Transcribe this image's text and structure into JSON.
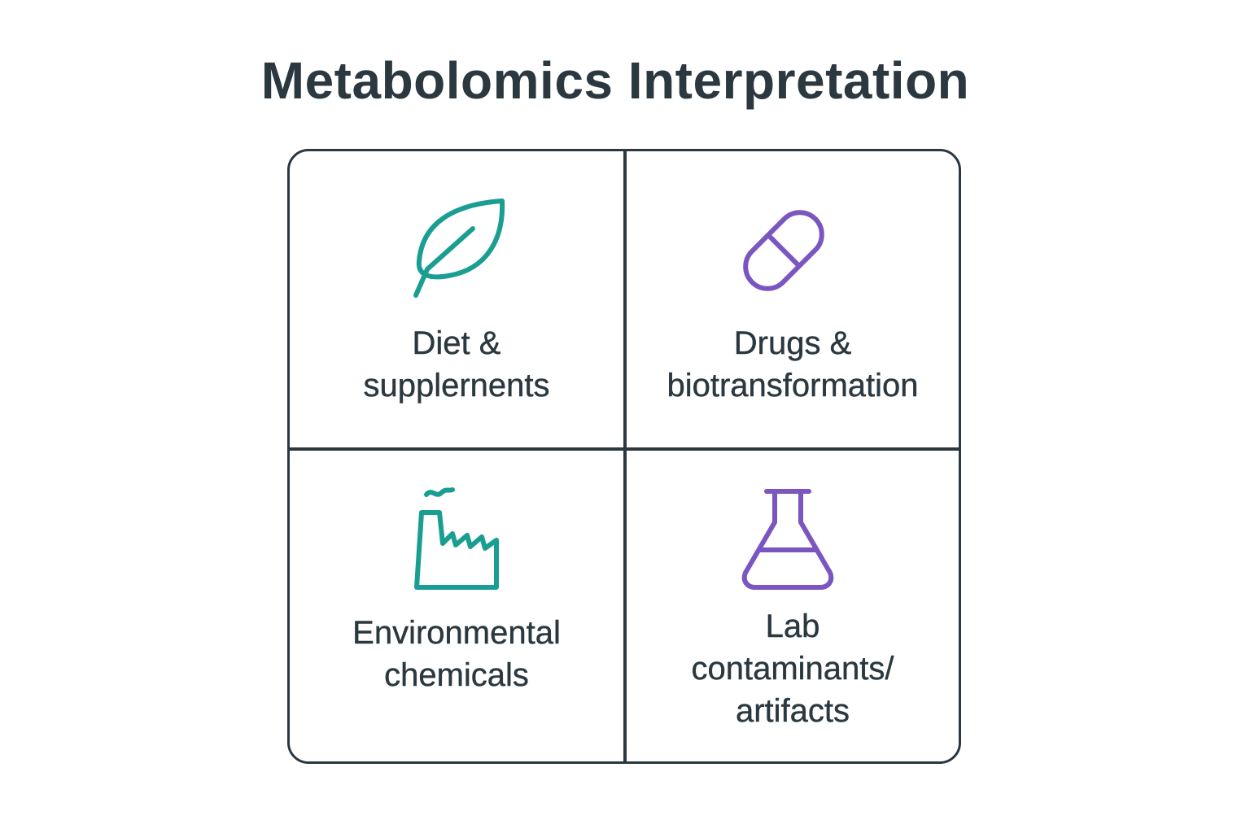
{
  "title": "Metabolomics Interpretation",
  "colors": {
    "text": "#2b3840",
    "border": "#2b3840",
    "teal": "#1a9e92",
    "purple": "#7b55c0"
  },
  "quadrants": [
    {
      "position": "top-left",
      "icon": "leaf-icon",
      "icon_color": "teal",
      "label_lines": [
        "Diet &",
        "supplernents"
      ]
    },
    {
      "position": "top-right",
      "icon": "pill-capsule-icon",
      "icon_color": "purple",
      "label_lines": [
        "Drugs &",
        "biotransformation"
      ]
    },
    {
      "position": "bottom-left",
      "icon": "factory-icon",
      "icon_color": "teal",
      "label_lines": [
        "Environmental",
        "chemicals"
      ]
    },
    {
      "position": "bottom-right",
      "icon": "erlenmeyer-flask-icon",
      "icon_color": "purple",
      "label_lines": [
        "Lab",
        "contaminants/",
        "artifacts"
      ]
    }
  ]
}
